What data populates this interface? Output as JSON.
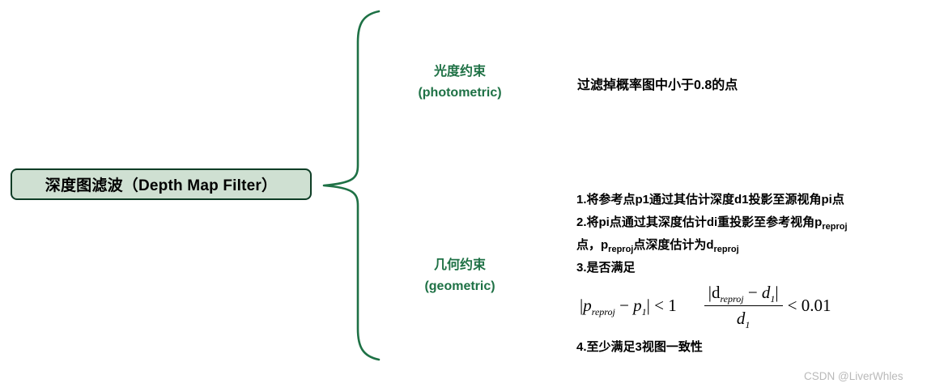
{
  "root_node": {
    "label": "深度图滤波（Depth Map Filter）"
  },
  "branches": {
    "photometric": {
      "label_cn": "光度约束",
      "label_en": "(photometric)",
      "content": "过滤掉概率图中小于0.8的点"
    },
    "geometric": {
      "label_cn": "几何约束",
      "label_en": "(geometric)",
      "line1": "1.将参考点p1通过其估计深度d1投影至源视角pi点",
      "line2_text": "2.将pi点通过其深度估计di重投影至参考视角p",
      "line2_sub": "reproj",
      "line3_a": "点，p",
      "line3_a_sub": "reproj",
      "line3_b": "点深度估计为d",
      "line3_b_sub": "reproj",
      "line4": "3.是否满足",
      "line5": "4.至少满足3视图一致性",
      "math": {
        "e1_bar1": "|",
        "e1_p1": "p",
        "e1_sub1": "reproj",
        "e1_minus": " − ",
        "e1_p2": "p",
        "e1_sub2": "1",
        "e1_bar2": "|",
        "e1_cmp": " < 1",
        "e2_num_bar1": "|",
        "e2_num_d1": "d",
        "e2_num_sub1": "reproj",
        "e2_num_minus": " − ",
        "e2_num_d2": "d",
        "e2_num_sub2": "1",
        "e2_num_bar2": "|",
        "e2_den_d": "d",
        "e2_den_sub": "1",
        "e2_cmp": "< 0.01"
      }
    }
  },
  "watermark": "CSDN @LiverWhles",
  "colors": {
    "green": "#1e7145",
    "box_fill": "#cfe0d2",
    "box_border": "#0e3d26",
    "ink": "#000000",
    "watermark": "#b9b9b9"
  }
}
